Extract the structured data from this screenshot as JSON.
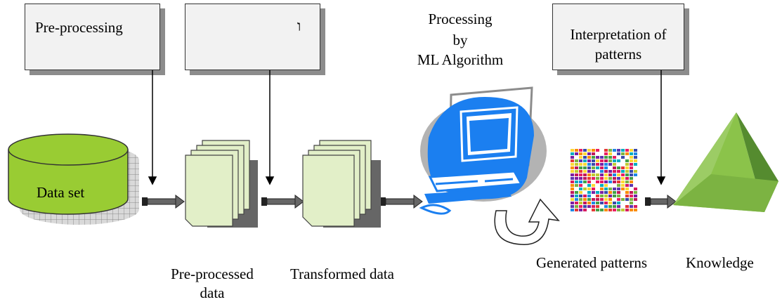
{
  "labels": {
    "preprocessing_box": "Pre-processing",
    "transformation_box": "ו",
    "processing_line1": "Processing",
    "processing_line2": "by",
    "processing_line3": "ML Algorithm",
    "interpretation_line1": "Interpretation of",
    "interpretation_line2": "patterns",
    "dataset": "Data set",
    "preprocessed_line1": "Pre-processed",
    "preprocessed_line2": "data",
    "transformed": "Transformed data",
    "generated_patterns": "Generated patterns",
    "knowledge": "Knowledge"
  },
  "icons": {
    "dataset": "database-cylinder-icon",
    "preprocessed": "document-stack-icon",
    "transformed": "document-stack-icon",
    "processing": "computer-icon",
    "patterns": "pattern-grid-icon",
    "knowledge": "pyramid-icon"
  },
  "colors": {
    "cylinder": "#99cc33",
    "documents": "#e2efc8",
    "computer": "#1b7ff0",
    "pyramid": "#7cb342",
    "arrow": "#555555"
  }
}
